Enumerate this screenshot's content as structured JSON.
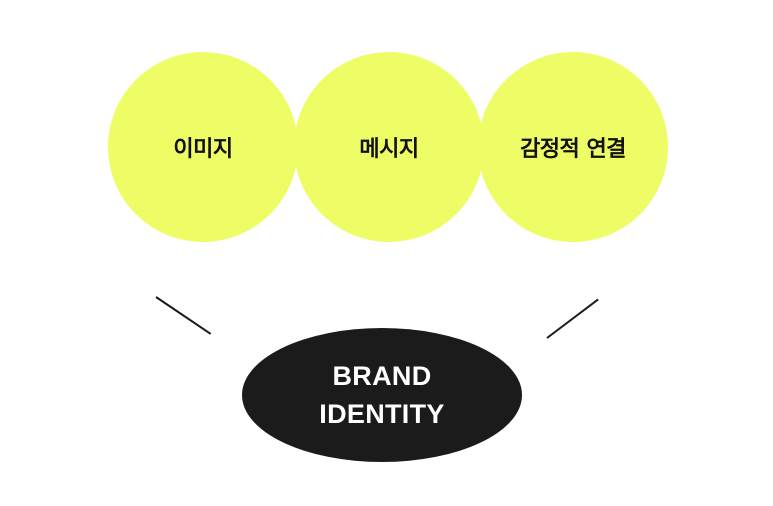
{
  "colors": {
    "circle_fill": "#eefc66",
    "ellipse_fill": "#1b1b1b",
    "connector": "#1a1a1a",
    "label_dark": "#111111",
    "label_light": "#ffffff"
  },
  "circles": [
    {
      "label": "이미지"
    },
    {
      "label": "메시지"
    },
    {
      "label": "감정적 연결"
    }
  ],
  "brand": {
    "line1": "BRAND",
    "line2": "IDENTITY"
  }
}
